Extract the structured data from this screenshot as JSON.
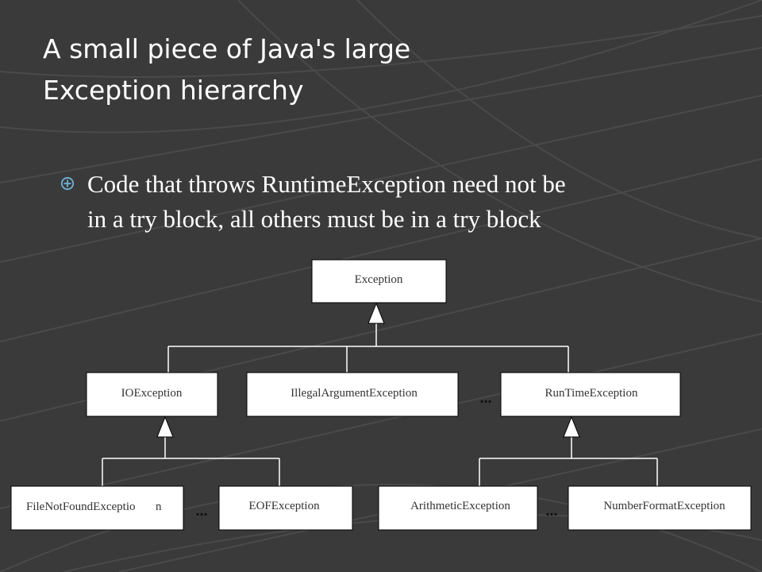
{
  "slide": {
    "title_line1": "A small piece of Java's large",
    "title_line2": "Exception hierarchy",
    "bullet_line1": "Code that throws RuntimeException need not be",
    "bullet_line2": "in a try block, all others must be in a try block",
    "bullet_icon": "circled-plus-icon"
  },
  "diagram": {
    "nodes": {
      "exception": "Exception",
      "ioexception": "IOException",
      "illegalargument": "IllegalArgumentException",
      "runtime": "RunTimeException",
      "filenotfound": "FileNotFoundExceptio",
      "filenotfound_overlap": "n",
      "eof": "EOFException",
      "arithmetic": "ArithmeticException",
      "numberformat": "NumberFormatException"
    },
    "ellipsis": "..."
  },
  "colors": {
    "background": "#3a3a3a",
    "text": "#ffffff",
    "box_fill": "#ffffff",
    "box_stroke": "#000000",
    "line": "#ffffff"
  }
}
